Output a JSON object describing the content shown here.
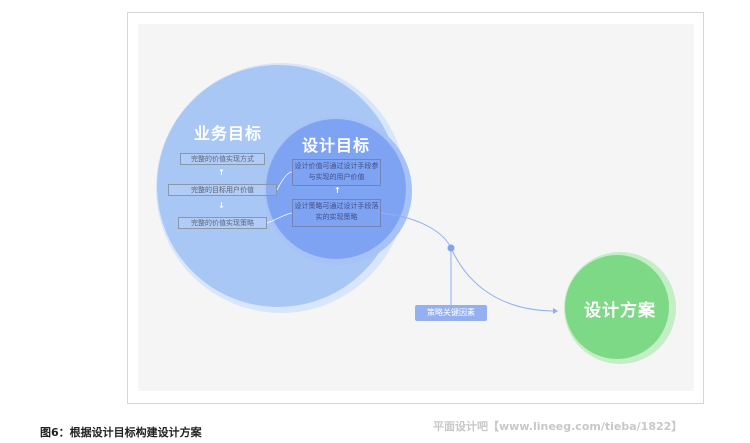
{
  "diagram": {
    "business_goal": {
      "title": "业务目标",
      "items": [
        "完整的价值实现方式",
        "完整的目标用户价值",
        "完整的价值实现策略"
      ]
    },
    "design_goal": {
      "title": "设计目标",
      "items": [
        "设计价值可通过设计手段参与实现的用户价值",
        "设计策略可通过设计手段落实的实现策略"
      ]
    },
    "design_plan": {
      "title": "设计方案"
    },
    "factor_label": "策略关键因素",
    "arrows": {
      "up": "↑",
      "down": "↓"
    }
  },
  "caption": "图6：根据设计目标构建设计方案",
  "watermark": "平面设计吧【www.lineeg.com/tieba/1822】",
  "colors": {
    "business_circle": "#a9c7f5",
    "business_halo": "#d8e6fb",
    "design_circle": "#7fa3f3",
    "design_halo": "#a7c2f6",
    "plan_circle": "#7ed987",
    "plan_halo": "#c4eec5",
    "connector": "#8fb0ee",
    "factor_pill": "#95b0f0"
  }
}
